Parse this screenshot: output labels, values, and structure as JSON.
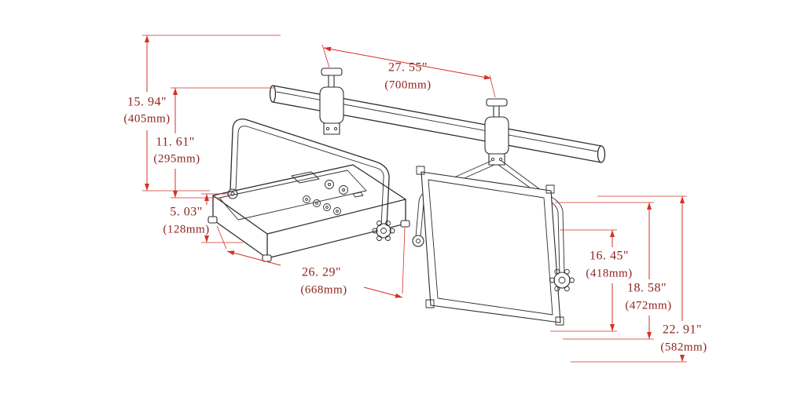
{
  "drawing": {
    "description": "Dimension drawing of an LED panel light system: rear perspective view (left) and front view (right) of two fixtures hung from a pipe with clamps",
    "views": [
      "rear-perspective-view",
      "front-view"
    ],
    "colors": {
      "artwork_line": "#2d2d2d",
      "dimension_line": "#d43127",
      "dimension_text": "#8e241f",
      "background": "#ffffff"
    }
  },
  "dimensions": {
    "pipe_length": {
      "inches": "27. 55\"",
      "mm": "(700mm)"
    },
    "left_overall_height": {
      "inches": "15. 94\"",
      "mm": "(405mm)"
    },
    "left_hanger_height": {
      "inches": "11. 61\"",
      "mm": "(295mm)"
    },
    "left_body_depth": {
      "inches": "5. 03\"",
      "mm": "(128mm)"
    },
    "left_body_width": {
      "inches": "26. 29\"",
      "mm": "(668mm)"
    },
    "right_panel_inner_height": {
      "inches": "16. 45\"",
      "mm": "(418mm)"
    },
    "right_panel_outer_height": {
      "inches": "18. 58\"",
      "mm": "(472mm)"
    },
    "right_overall_height": {
      "inches": "22. 91\"",
      "mm": "(582mm)"
    }
  }
}
